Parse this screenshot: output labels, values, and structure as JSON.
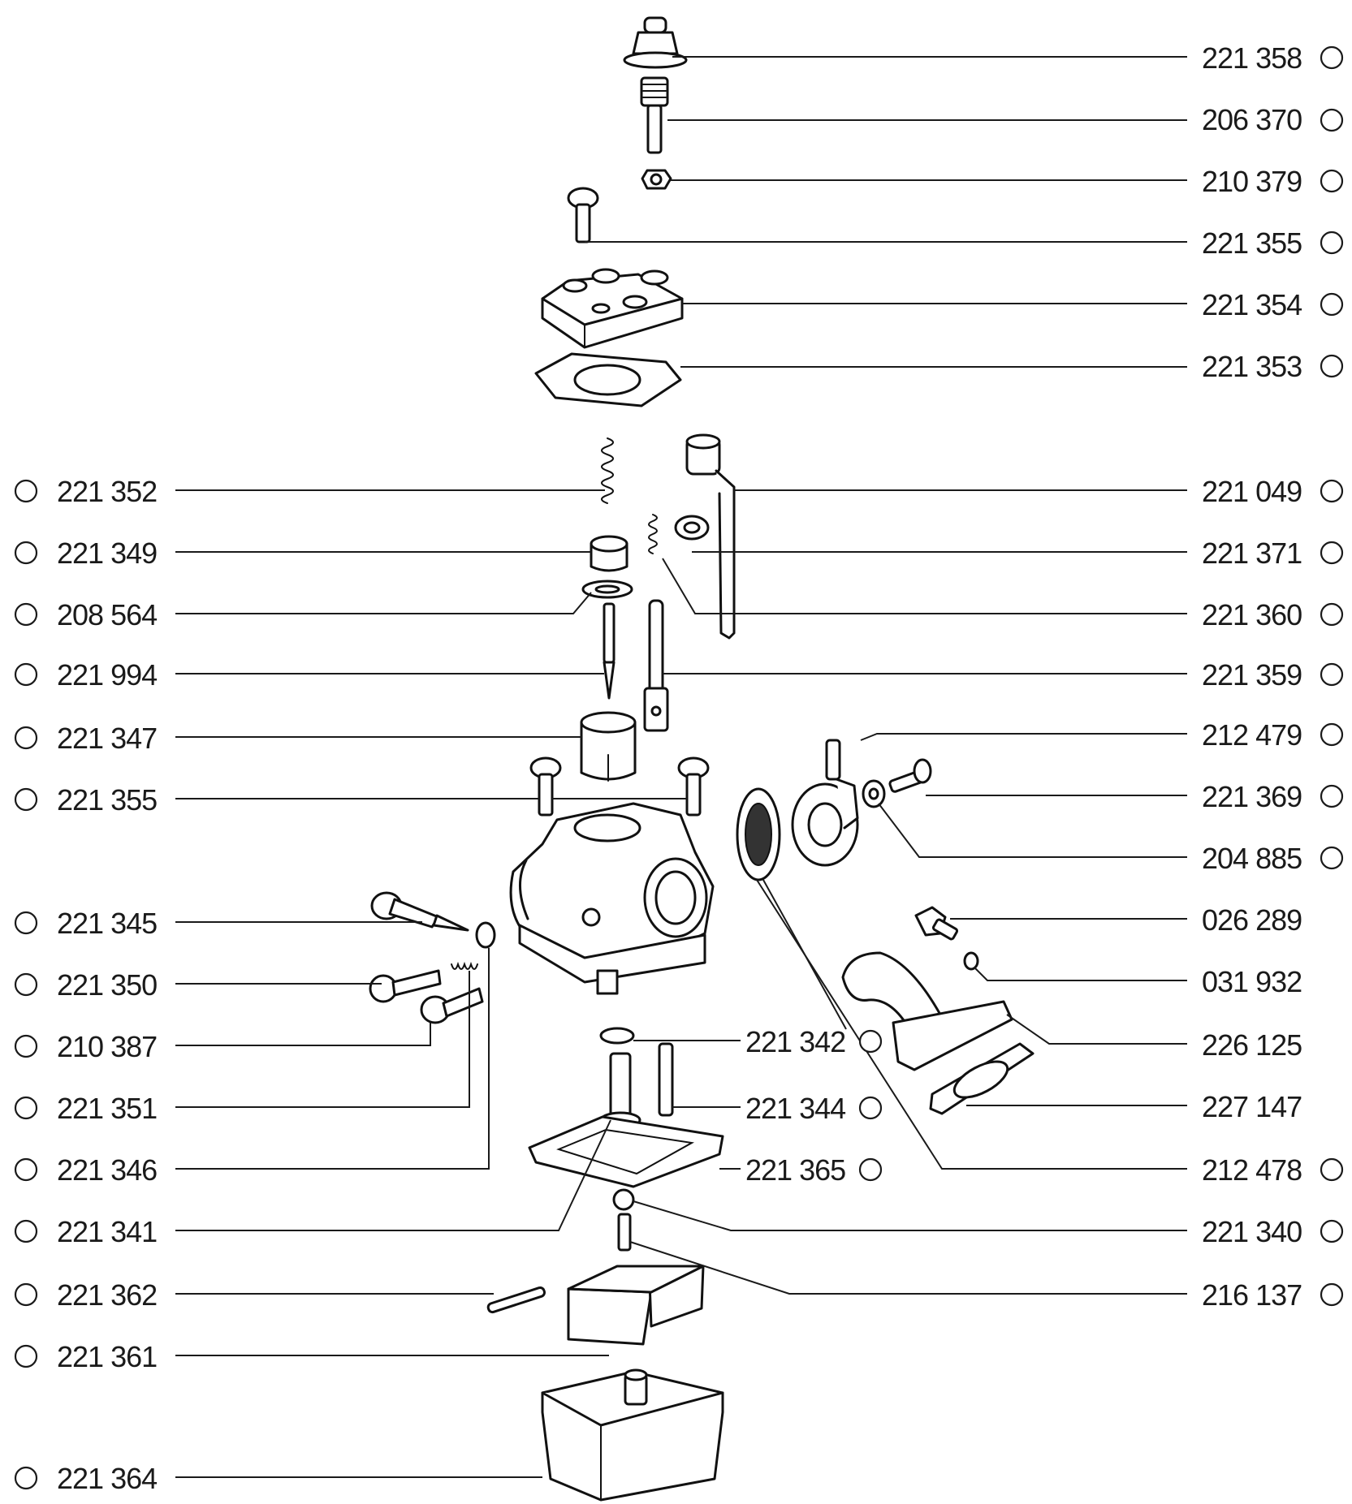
{
  "labels": [
    {
      "id": "221-358",
      "text": "221 358",
      "marker": true
    },
    {
      "id": "206-370",
      "text": "206 370",
      "marker": true
    },
    {
      "id": "210-379",
      "text": "210 379",
      "marker": true
    },
    {
      "id": "221-355-top",
      "text": "221 355",
      "marker": true
    },
    {
      "id": "221-354",
      "text": "221 354",
      "marker": true
    },
    {
      "id": "221-353",
      "text": "221 353",
      "marker": true
    },
    {
      "id": "221-352",
      "text": "221 352",
      "marker": true
    },
    {
      "id": "221-049",
      "text": "221 049",
      "marker": true
    },
    {
      "id": "221-349",
      "text": "221 349",
      "marker": true
    },
    {
      "id": "221-371",
      "text": "221 371",
      "marker": true
    },
    {
      "id": "208-564",
      "text": "208 564",
      "marker": true
    },
    {
      "id": "221-360",
      "text": "221 360",
      "marker": true
    },
    {
      "id": "221-994",
      "text": "221 994",
      "marker": true
    },
    {
      "id": "221-359",
      "text": "221 359",
      "marker": true
    },
    {
      "id": "221-347",
      "text": "221 347",
      "marker": true
    },
    {
      "id": "212-479",
      "text": "212 479",
      "marker": true
    },
    {
      "id": "221-355-mid",
      "text": "221 355",
      "marker": true
    },
    {
      "id": "221-369",
      "text": "221 369",
      "marker": true
    },
    {
      "id": "204-885",
      "text": "204 885",
      "marker": true
    },
    {
      "id": "221-345",
      "text": "221 345",
      "marker": true
    },
    {
      "id": "026-289",
      "text": "026 289",
      "marker": false
    },
    {
      "id": "221-350",
      "text": "221 350",
      "marker": true
    },
    {
      "id": "031-932",
      "text": "031 932",
      "marker": false
    },
    {
      "id": "210-387",
      "text": "210 387",
      "marker": true
    },
    {
      "id": "221-342",
      "text": "221 342",
      "marker": true
    },
    {
      "id": "226-125",
      "text": "226 125",
      "marker": false
    },
    {
      "id": "221-351",
      "text": "221 351",
      "marker": true
    },
    {
      "id": "221-344",
      "text": "221 344",
      "marker": true
    },
    {
      "id": "227-147",
      "text": "227 147",
      "marker": false
    },
    {
      "id": "221-346",
      "text": "221 346",
      "marker": true
    },
    {
      "id": "221-365",
      "text": "221 365",
      "marker": true
    },
    {
      "id": "212-478",
      "text": "212 478",
      "marker": true
    },
    {
      "id": "221-341",
      "text": "221 341",
      "marker": true
    },
    {
      "id": "221-340",
      "text": "221 340",
      "marker": true
    },
    {
      "id": "221-362",
      "text": "221 362",
      "marker": true
    },
    {
      "id": "216-137",
      "text": "216 137",
      "marker": true
    },
    {
      "id": "221-361",
      "text": "221 361",
      "marker": true
    },
    {
      "id": "221-364",
      "text": "221 364",
      "marker": true
    }
  ]
}
